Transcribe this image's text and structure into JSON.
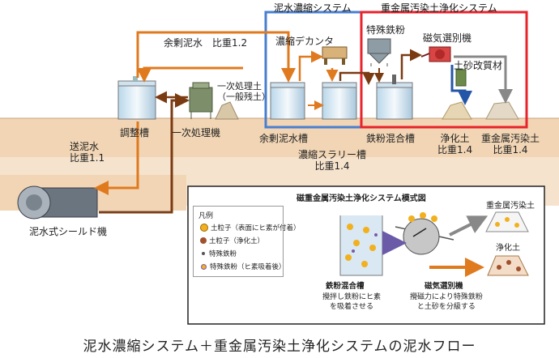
{
  "systems": {
    "concentration": "泥水濃縮システム",
    "heavy_metal": "重金属汚染土浄化システム"
  },
  "labels": {
    "surplus_mud_top": "余剰泥水　比重1.2",
    "primary_soil": "一次処理土\n（一般残土）",
    "primary_machine": "一次処理機",
    "adjust_tank": "調整槽",
    "send_mud": "送泥水\n比重1.1",
    "shield_machine": "泥水式シールド機",
    "surplus_tank": "余剰泥水槽",
    "decanter": "濃縮デカンタ",
    "slurry_tank": "濃縮スラリー槽\n比重1.4",
    "iron_powder": "特殊鉄粉",
    "magnetic_sep": "磁気選別機",
    "soil_modifier": "土砂改質材",
    "iron_mix_tank": "鉄粉混合槽",
    "clean_soil": "浄化土\n比重1.4",
    "heavy_soil": "重金属汚染土\n比重1.4"
  },
  "schematic": {
    "title": "磁重金属汚染土浄化システム模式図",
    "legend_title": "凡例",
    "legend": [
      "土粒子（表面にヒ素が付着）",
      "土粒子（浄化土）",
      "特殊鉄粉",
      "特殊鉄粉（ヒ素吸着後）"
    ],
    "mix_tank_title": "鉄粉混合槽",
    "mix_tank_desc": "攪拌し鉄粉にヒ素\nを吸着させる",
    "mag_title": "磁気選別機",
    "mag_desc": "攪磁力により特殊鉄粉\nと土砂を分級する",
    "out_heavy": "重金属汚染土",
    "out_clean": "浄化土"
  },
  "caption": "泥水濃縮システム＋重金属汚染土浄化システムの泥水フロー",
  "colors": {
    "orange": "#e07a1f",
    "brown": "#7a3b12",
    "blue_box": "#4a7fd0",
    "red_box": "#e8232b",
    "ground": "#f1d5b4",
    "blue_arrow": "#2456a8",
    "gray_arrow": "#888888"
  }
}
